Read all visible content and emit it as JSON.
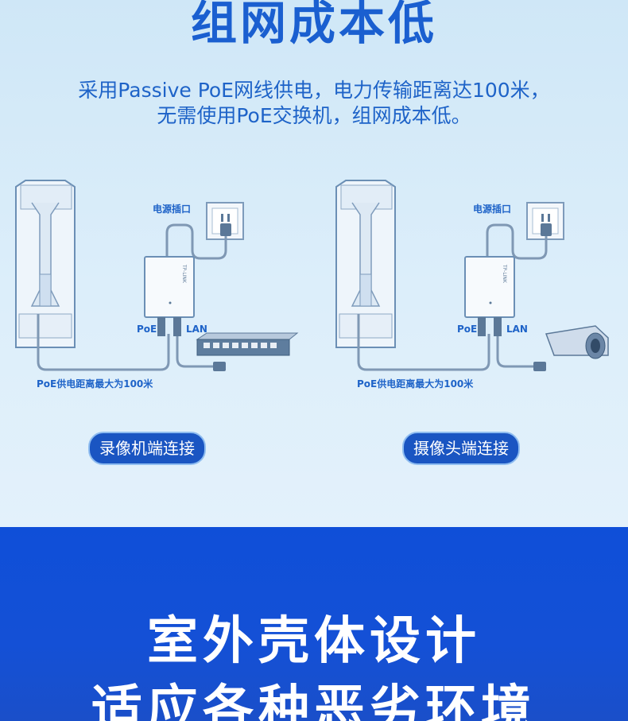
{
  "headline": "组网成本低",
  "description": {
    "line1": "采用Passive PoE网线供电，电力传输距离达100米，",
    "line2": "无需使用PoE交换机，组网成本低。"
  },
  "diagrams": {
    "left": {
      "power_label": "电源插口",
      "poe_label": "PoE",
      "lan_label": "LAN",
      "distance_label": "PoE供电距离最大为100米",
      "caption": "录像机端连接"
    },
    "right": {
      "power_label": "电源插口",
      "poe_label": "PoE",
      "lan_label": "LAN",
      "distance_label": "PoE供电距离最大为100米",
      "caption": "摄像头端连接"
    }
  },
  "section2": {
    "line1": "室外壳体设计",
    "line2": "适应各种恶劣环境"
  },
  "colors": {
    "accent": "#1e63c8",
    "banner": "#1450d6",
    "pill": "#1a55c2"
  }
}
